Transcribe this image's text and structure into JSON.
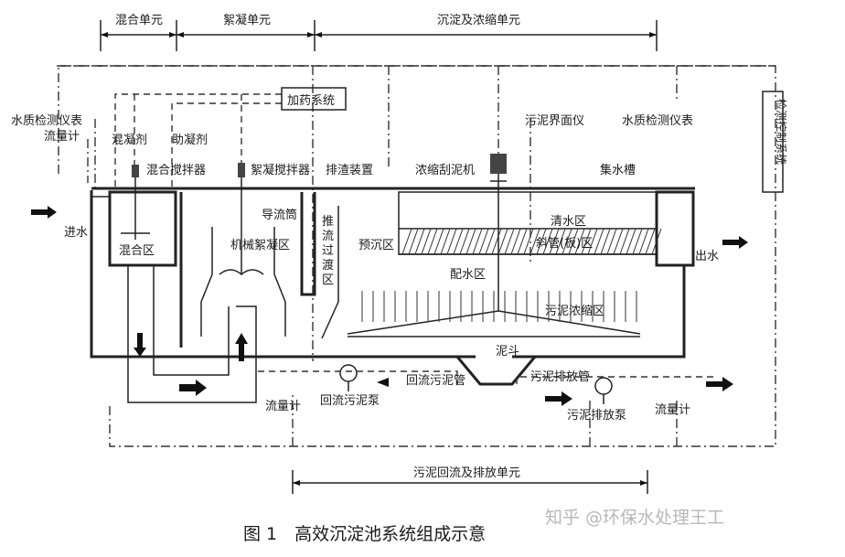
{
  "units": {
    "mixing": "混合单元",
    "flocculation": "絮凝单元",
    "settling": "沉淀及浓缩单元",
    "sludge": "污泥回流及排放单元"
  },
  "labels": {
    "dosing_system": "加药系统",
    "detection_control": "检测控制系统",
    "wq_meter_in": "水质检测仪表",
    "flowmeter_in": "流量计",
    "coagulant": "混凝剂",
    "coagulant_aid": "助凝剂",
    "mixing_agitator": "混合搅拌器",
    "floc_agitator": "絮凝搅拌器",
    "scum_device": "排渣装置",
    "thickener": "浓缩刮泥机",
    "sludge_interface": "污泥界面仪",
    "wq_meter_out": "水质检测仪表",
    "collect_trough": "集水槽",
    "inlet": "进水",
    "outlet": "出水",
    "mixing_zone": "混合区",
    "guide_tube": "导流筒",
    "mech_floc_zone": "机械絮凝区",
    "push_flow_transition": "推流过渡区",
    "presettle_zone": "预沉区",
    "clear_water_zone": "清水区",
    "inclined_tube_zone": "斜管(板)区",
    "distribution_zone": "配水区",
    "sludge_thicken_zone": "污泥浓缩区",
    "sludge_hopper": "泥斗",
    "return_sludge_pipe": "回流污泥管",
    "sludge_discharge_pipe": "污泥排放管",
    "return_sludge_pump": "回流污泥泵",
    "sludge_discharge_pump": "污泥排放泵",
    "flowmeter_return": "流量计",
    "flowmeter_discharge": "流量计"
  },
  "caption": "图 1　高效沉淀池系统组成示意",
  "watermark": "知乎 @环保水处理王工"
}
